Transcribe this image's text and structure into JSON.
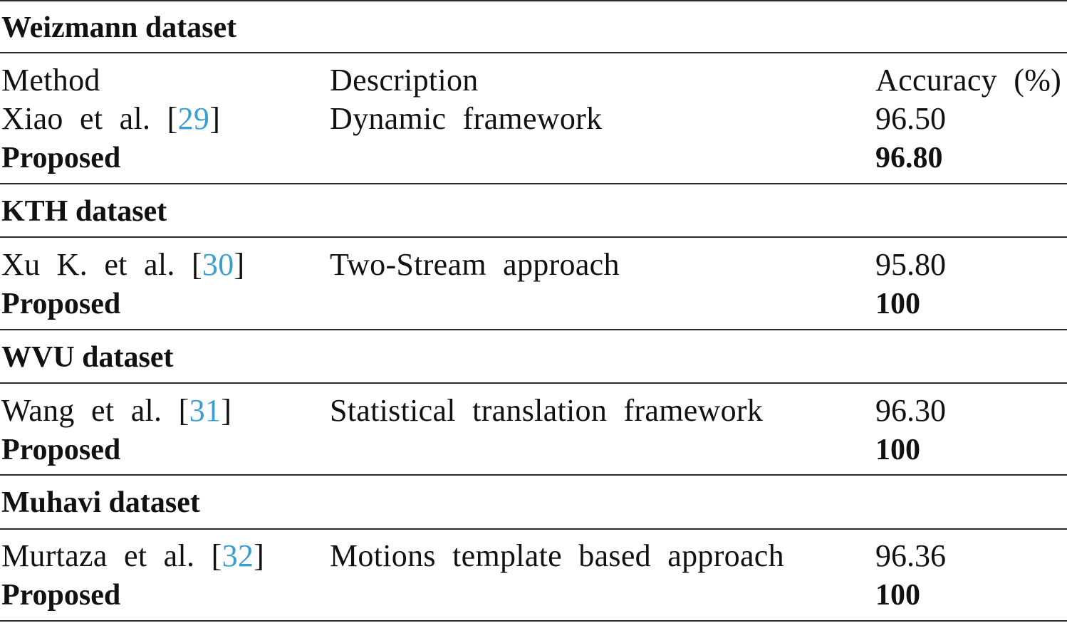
{
  "table": {
    "columns": {
      "method": "Method",
      "description": "Description",
      "accuracy": "Accuracy (%)"
    },
    "sections": [
      {
        "title": "Weizmann dataset",
        "row": {
          "method": "Xiao et al. [",
          "ref": "29",
          "close": "]",
          "description": "Dynamic framework",
          "accuracy": "96.50"
        },
        "proposed": {
          "method": "Proposed",
          "accuracy": "96.80"
        }
      },
      {
        "title": "KTH dataset",
        "row": {
          "method": "Xu K. et al. [",
          "ref": "30",
          "close": "]",
          "description": "Two-Stream approach",
          "accuracy": "95.80"
        },
        "proposed": {
          "method": "Proposed",
          "accuracy": "100"
        }
      },
      {
        "title": "WVU dataset",
        "row": {
          "method": "Wang et al. [",
          "ref": "31",
          "close": "]",
          "description": "Statistical translation framework",
          "accuracy": "96.30"
        },
        "proposed": {
          "method": "Proposed",
          "accuracy": "100"
        }
      },
      {
        "title": "Muhavi dataset",
        "row": {
          "method": "Murtaza et al. [",
          "ref": "32",
          "close": "]",
          "description": "Motions template based approach",
          "accuracy": "96.36"
        },
        "proposed": {
          "method": "Proposed",
          "accuracy": "100"
        }
      }
    ]
  },
  "colors": {
    "text": "#111111",
    "reference_link": "#3a9fd0",
    "rule": "#2a2a2a"
  }
}
